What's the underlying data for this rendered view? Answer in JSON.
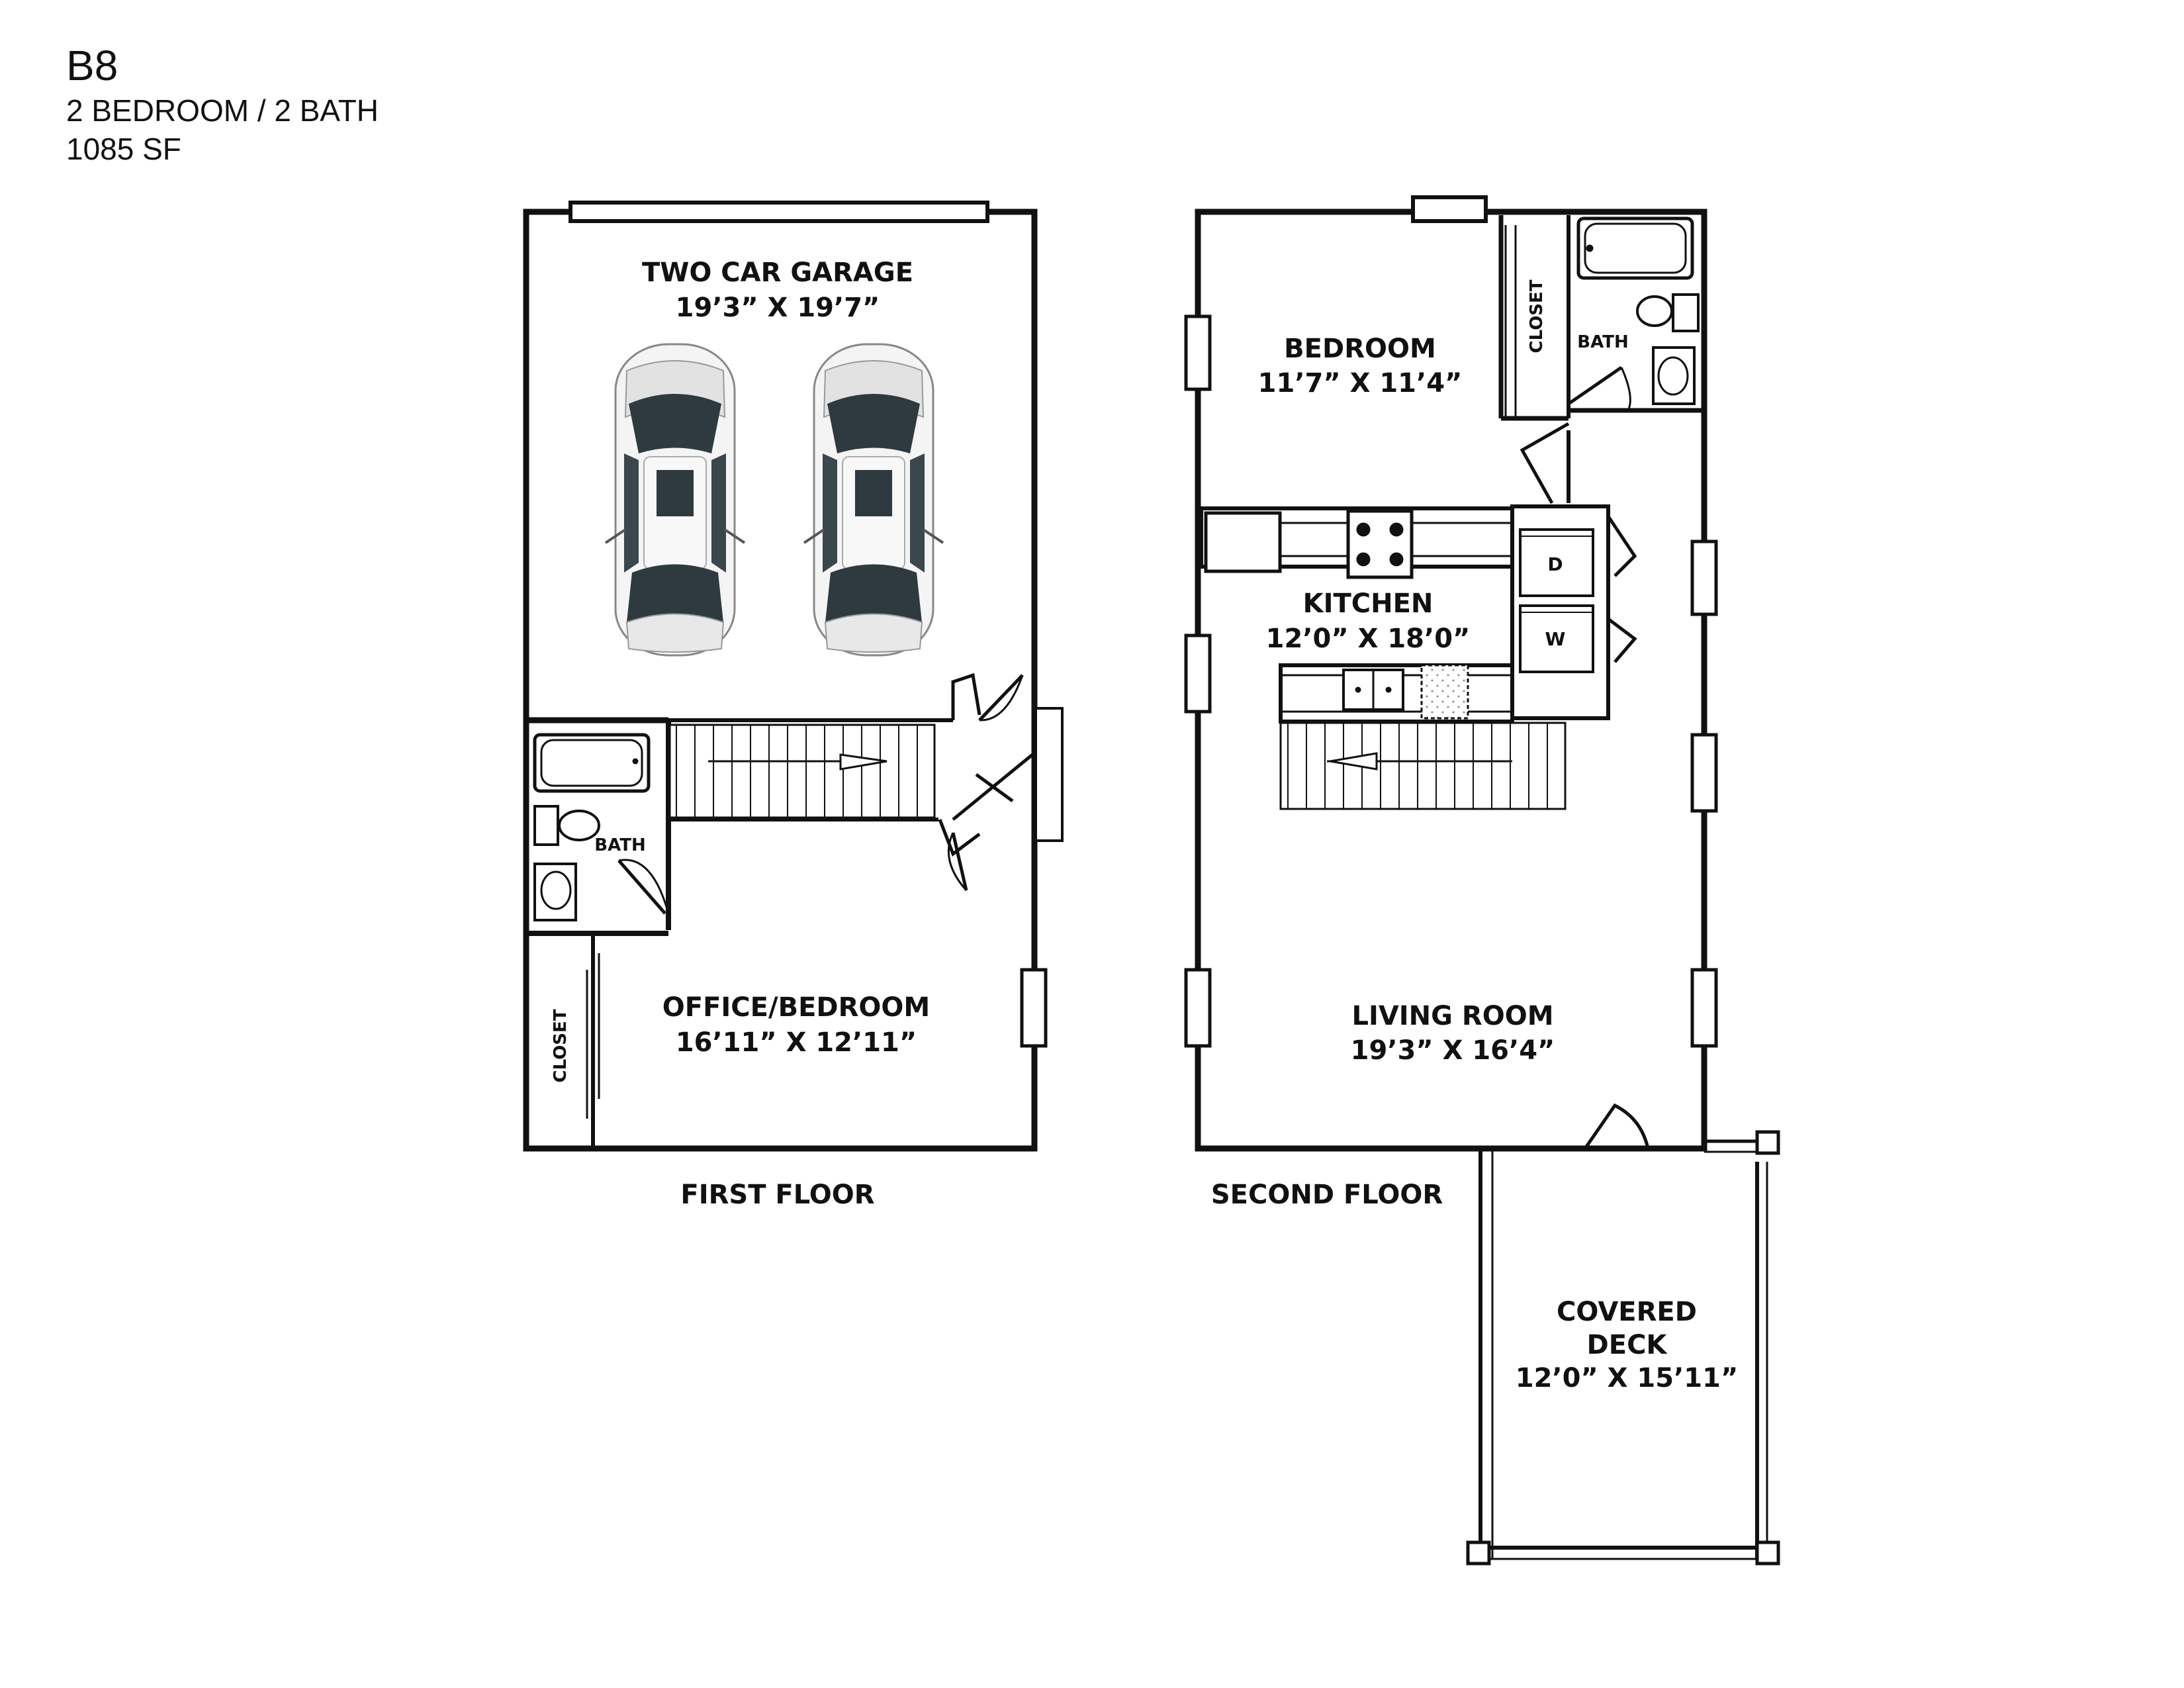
{
  "header": {
    "unit": "B8",
    "beds_baths": "2 BEDROOM / 2 BATH",
    "area": "1085 SF"
  },
  "first_floor": {
    "label": "FIRST FLOOR",
    "garage": {
      "name": "TWO CAR GARAGE",
      "size": "19’3” X 19’7”"
    },
    "bath": {
      "name": "BATH"
    },
    "closet": {
      "name": "CLOSET"
    },
    "office": {
      "name": "OFFICE/BEDROOM",
      "size": "16’11” X 12’11”"
    }
  },
  "second_floor": {
    "label": "SECOND FLOOR",
    "bedroom": {
      "name": "BEDROOM",
      "size": "11’7” X 11’4”"
    },
    "closet": {
      "name": "CLOSET"
    },
    "bath": {
      "name": "BATH"
    },
    "kitchen": {
      "name": "KITCHEN",
      "size": "12’0” X 18’0”"
    },
    "dryer": {
      "name": "D"
    },
    "washer": {
      "name": "W"
    },
    "living": {
      "name": "LIVING ROOM",
      "size": "19’3” X 16’4”"
    },
    "deck": {
      "name_line1": "COVERED",
      "name_line2": "DECK",
      "size": "12’0” X 15’11”"
    }
  },
  "colors": {
    "wall": "#111111",
    "car_body": "#f2f2f2",
    "car_glass": "#2e3a3f",
    "background": "#ffffff"
  }
}
